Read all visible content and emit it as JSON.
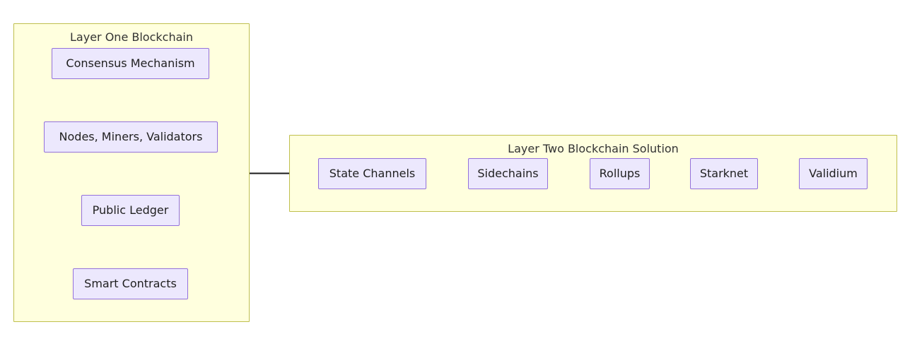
{
  "diagram": {
    "type": "flowchart",
    "title": "",
    "background_color": "#ffffff",
    "cluster_fill": "#ffffde",
    "cluster_stroke": "#bfbf4d",
    "node_fill": "#ece8fd",
    "node_stroke": "#9370db",
    "edge_color": "#1a1a1a",
    "text_color": "#333333"
  },
  "clusters": [
    {
      "id": "layer-one",
      "title": "Layer One Blockchain",
      "nodes": [
        {
          "id": "consensus",
          "label": "Consensus Mechanism"
        },
        {
          "id": "nodes",
          "label": "Nodes, Miners, Validators"
        },
        {
          "id": "ledger",
          "label": "Public Ledger"
        },
        {
          "id": "contracts",
          "label": "Smart Contracts"
        }
      ]
    },
    {
      "id": "layer-two",
      "title": "Layer Two Blockchain Solution",
      "nodes": [
        {
          "id": "state-channels",
          "label": "State Channels"
        },
        {
          "id": "sidechains",
          "label": "Sidechains"
        },
        {
          "id": "rollups",
          "label": "Rollups"
        },
        {
          "id": "starknet",
          "label": "Starknet"
        },
        {
          "id": "validium",
          "label": "Validium"
        }
      ]
    }
  ],
  "edges": [
    {
      "id": "consensus-to-nodes",
      "from": "consensus",
      "to": "nodes",
      "label": "",
      "arrow": "end"
    },
    {
      "id": "nodes-to-ledger",
      "from": "nodes",
      "to": "ledger",
      "label": "",
      "arrow": "end"
    },
    {
      "id": "ledger-to-contracts",
      "from": "ledger",
      "to": "contracts",
      "label": "",
      "arrow": "end"
    },
    {
      "id": "layer-one-to-layer-two",
      "from": "layer-one",
      "to": "layer-two",
      "label": "",
      "arrow": "end"
    }
  ]
}
